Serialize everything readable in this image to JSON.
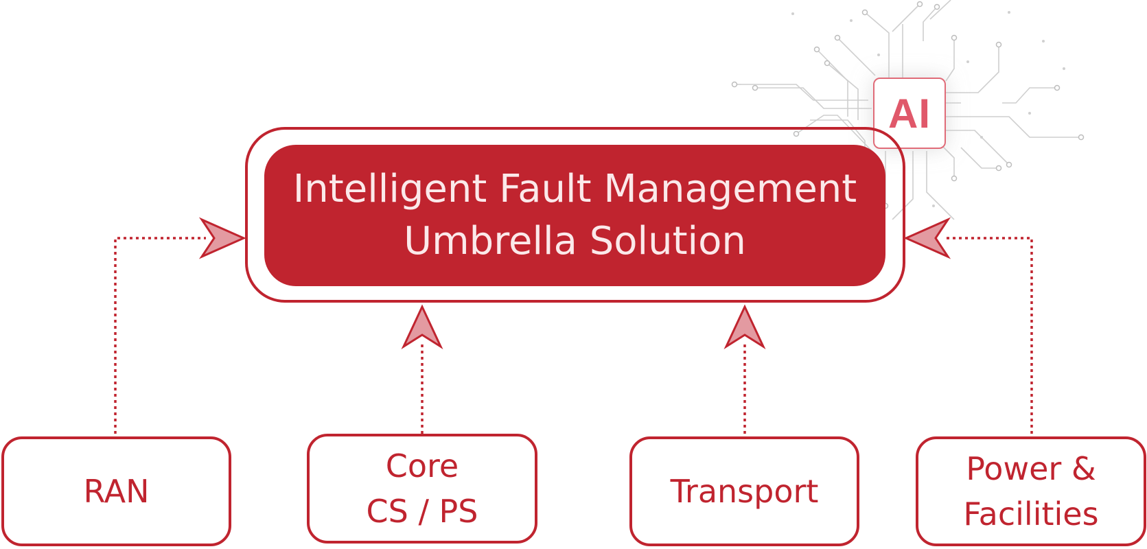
{
  "ai_label": "AI",
  "main": {
    "line1": "Intelligent Fault Management",
    "line2": "Umbrella Solution"
  },
  "sources": [
    {
      "line1": "RAN",
      "line2": ""
    },
    {
      "line1": "Core",
      "line2": "CS / PS"
    },
    {
      "line1": "Transport",
      "line2": ""
    },
    {
      "line1": "Power &",
      "line2": "Facilities"
    }
  ],
  "colors": {
    "primary": "#c0242f",
    "arrow_fill": "#e39aa1",
    "inner_text": "#fbe9ea",
    "ai_text": "#e0586a",
    "circuit": "#c9c9c9"
  }
}
